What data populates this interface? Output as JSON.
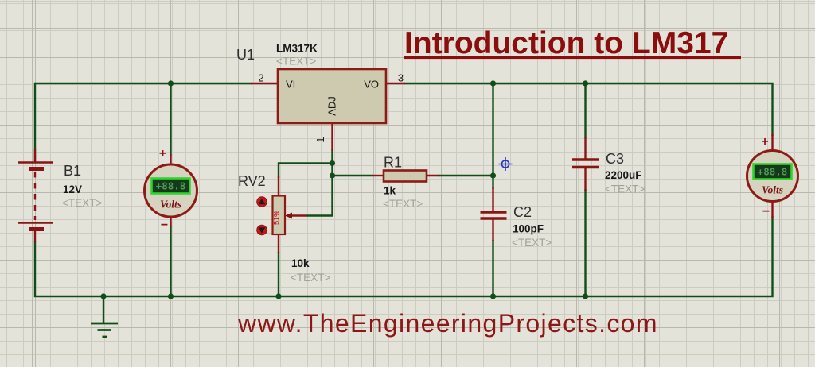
{
  "app": {
    "kind": "proteus-style circuit schematic"
  },
  "title": {
    "text": "Introduction to LM317",
    "color": "#8b0d0d",
    "underlined": true
  },
  "watermark": {
    "text": "www.TheEngineeringProjects.com",
    "color": "#8e1616"
  },
  "colors": {
    "sheet_background": "#e4e3da",
    "grid_minor": "#cdccc3",
    "grid_major": "#b9b8ae",
    "wire_green": "#124d18",
    "pin_stub_red": "#8a1414",
    "component_outline": "#8c1b15",
    "component_fill": "#cecab0",
    "display_border_green": "#2fd42f",
    "display_fill": "#17391b",
    "display_text_green": "#4e9b55",
    "label_gray": "#a2a29a",
    "origin_marker_blue": "#2a35c8",
    "pot_button_red": "#cc1414"
  },
  "components": {
    "u1": {
      "ref": "U1",
      "value": "LM317K",
      "placeholder": "<TEXT>",
      "pins": {
        "vi": {
          "name": "VI",
          "number": "2"
        },
        "vo": {
          "name": "VO",
          "number": "3"
        },
        "adj": {
          "name": "ADJ",
          "number": "1"
        }
      }
    },
    "b1": {
      "ref": "B1",
      "value": "12V",
      "placeholder": "<TEXT>"
    },
    "rv2": {
      "ref": "RV2",
      "value": "10k",
      "placeholder": "<TEXT>",
      "wiper_position": "51%"
    },
    "r1": {
      "ref": "R1",
      "value": "1k",
      "placeholder": "<TEXT>"
    },
    "c2": {
      "ref": "C2",
      "value": "100pF",
      "placeholder": "<TEXT>"
    },
    "c3": {
      "ref": "C3",
      "value": "2200uF",
      "placeholder": "<TEXT>"
    },
    "voltmeter_left": {
      "reading": "+88.8",
      "unit": "Volts",
      "plus": "+",
      "minus": "−"
    },
    "voltmeter_right": {
      "reading": "+88.8",
      "unit": "Volts",
      "plus": "+",
      "minus": "−"
    }
  }
}
